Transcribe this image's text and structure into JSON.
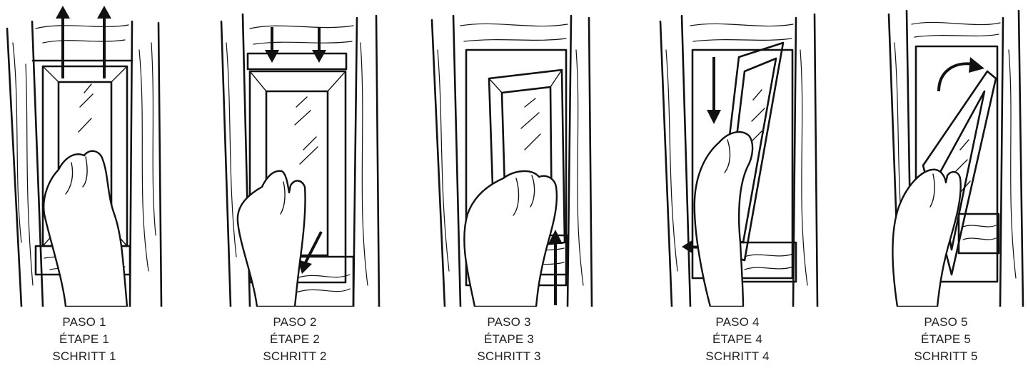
{
  "steps": [
    {
      "es": "PASO 1",
      "fr": "ÉTAPE 1",
      "de": "SCHRITT 1"
    },
    {
      "es": "PASO 2",
      "fr": "ÉTAPE 2",
      "de": "SCHRITT 2"
    },
    {
      "es": "PASO 3",
      "fr": "ÉTAPE 3",
      "de": "SCHRITT 3"
    },
    {
      "es": "PASO 4",
      "fr": "ÉTAPE 4",
      "de": "SCHRITT 4"
    },
    {
      "es": "PASO 5",
      "fr": "ÉTAPE 5",
      "de": "SCHRITT 5"
    }
  ]
}
